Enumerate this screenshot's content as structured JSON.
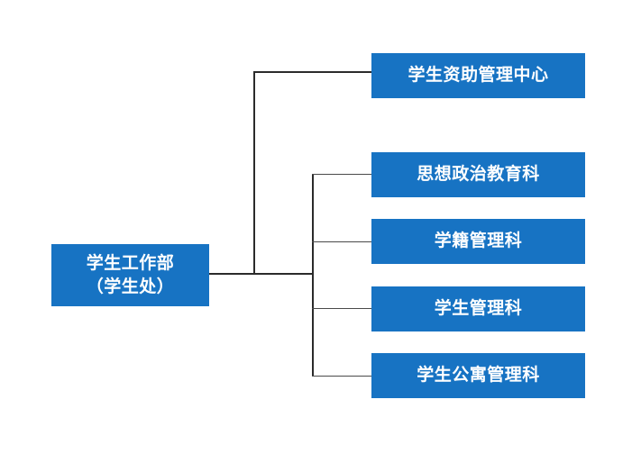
{
  "root": {
    "line1": "学生工作部",
    "line2": "（学生处）"
  },
  "departments": [
    {
      "label": "学生资助管理中心"
    },
    {
      "label": "思想政治教育科"
    },
    {
      "label": "学籍管理科"
    },
    {
      "label": "学生管理科"
    },
    {
      "label": "学生公寓管理科"
    }
  ],
  "colors": {
    "node_fill": "#1773c3",
    "node_text": "#ffffff",
    "line": "#2b2b2b"
  }
}
